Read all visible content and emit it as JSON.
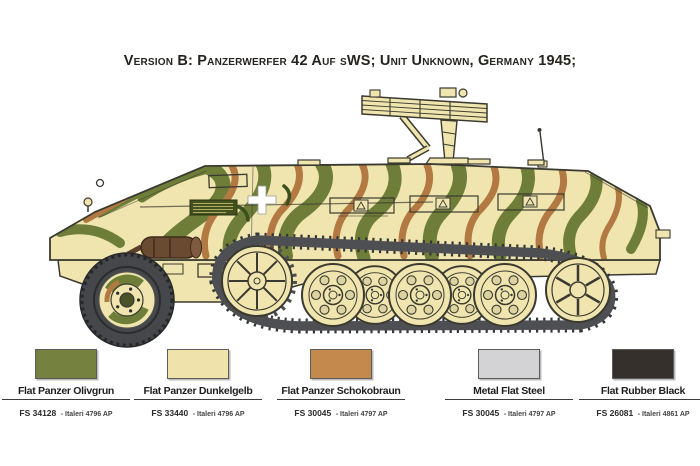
{
  "title": {
    "text": "Version  B: Panzerwerfer 42 Auf sWS; Unit Unknown, Germany 1945;"
  },
  "illustration": {
    "colors": {
      "base": "#f0e5ae",
      "camo_green": "#6e7e38",
      "camo_brown": "#b27a42",
      "outline": "#3a3a30",
      "tire": "#46474b",
      "track": "#4e4f53",
      "track_dark": "#35363a",
      "muffler": "#6b4a32",
      "marking_white": "#ffffff"
    }
  },
  "legend": {
    "items": [
      {
        "name": "Flat Panzer Olivgrun",
        "fs": "FS 34128",
        "ref": "- Italeri 4796 AP",
        "color": "#75813f"
      },
      {
        "name": "Flat Panzer Dunkelgelb",
        "fs": "FS 33440",
        "ref": "- Italeri 4796 AP",
        "color": "#efe3ab"
      },
      {
        "name": "Flat Panzer Schokobraun",
        "fs": "FS 30045",
        "ref": "- Italeri 4797 AP",
        "color": "#c3894d"
      },
      {
        "name": "Metal Flat Steel",
        "fs": "FS 30045",
        "ref": "- Italeri 4797 AP",
        "color": "#d3d3d5"
      },
      {
        "name": "Flat Rubber Black",
        "fs": "FS 26081",
        "ref": "- Italeri 4861 AP",
        "color": "#35302c"
      }
    ]
  }
}
